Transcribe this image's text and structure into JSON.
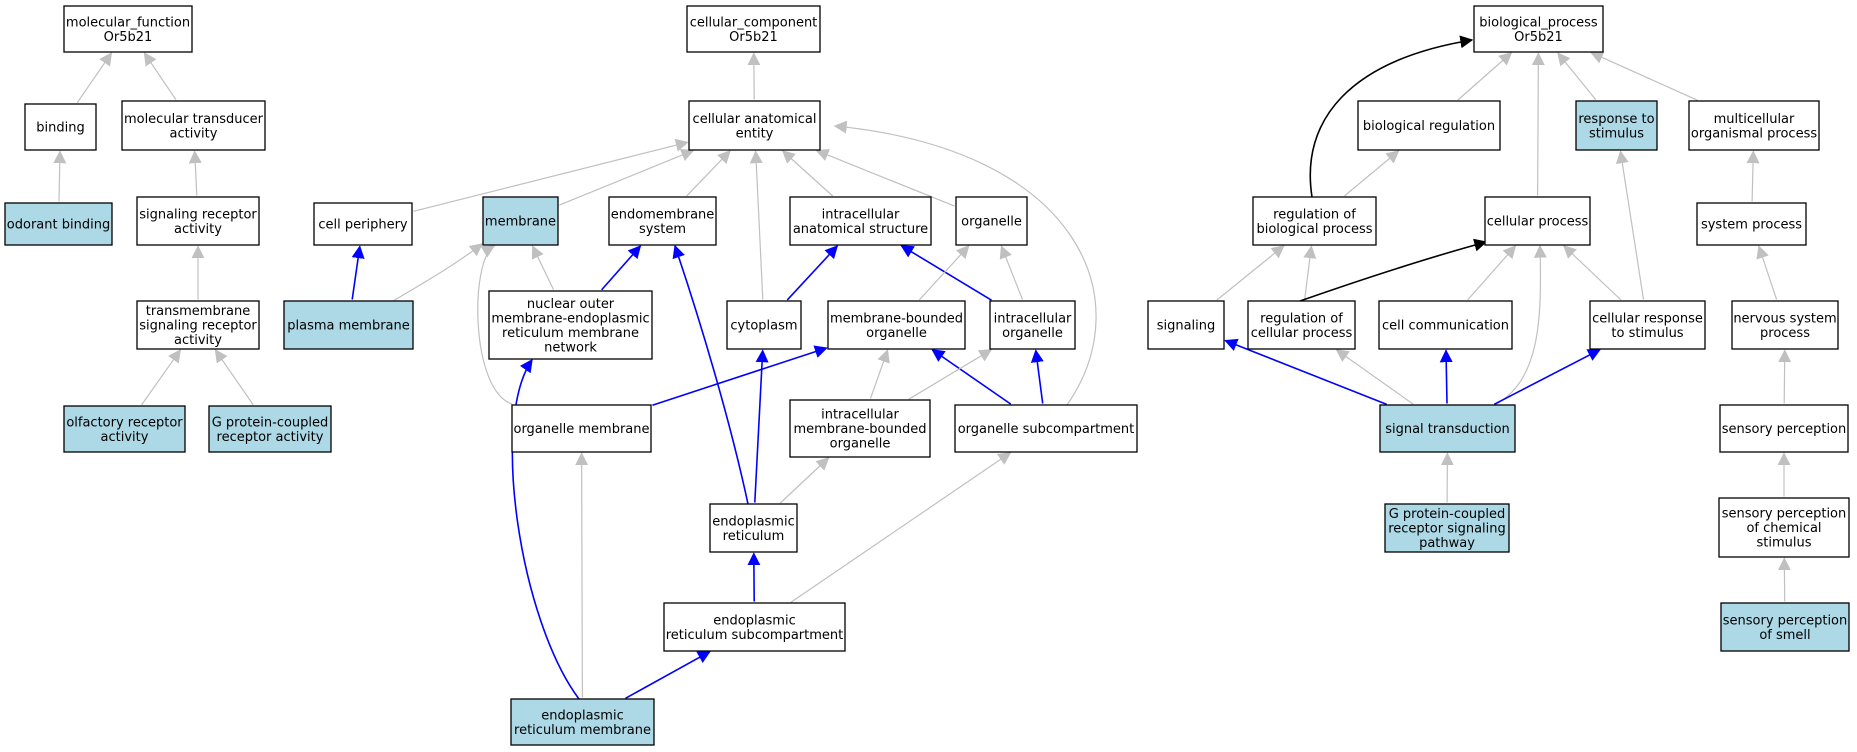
{
  "colors": {
    "node_plain": "#ffffff",
    "node_highlight": "#add8e6",
    "edge_gray": "#c0c0c0",
    "edge_blue": "#0000ff",
    "edge_black": "#000000"
  },
  "nodes": [
    {
      "id": "mf",
      "lines": [
        "molecular_function",
        "Or5b21"
      ],
      "highlight": false
    },
    {
      "id": "binding",
      "lines": [
        "binding"
      ],
      "highlight": false
    },
    {
      "id": "moltrans",
      "lines": [
        "molecular transducer",
        "activity"
      ],
      "highlight": false
    },
    {
      "id": "odorant",
      "lines": [
        "odorant binding"
      ],
      "highlight": true
    },
    {
      "id": "sigrec",
      "lines": [
        "signaling receptor",
        "activity"
      ],
      "highlight": false
    },
    {
      "id": "tmsig",
      "lines": [
        "transmembrane",
        "signaling receptor",
        "activity"
      ],
      "highlight": false
    },
    {
      "id": "olf",
      "lines": [
        "olfactory receptor",
        "activity"
      ],
      "highlight": true
    },
    {
      "id": "gpcr",
      "lines": [
        "G protein-coupled",
        "receptor activity"
      ],
      "highlight": true
    },
    {
      "id": "cc",
      "lines": [
        "cellular_component",
        "Or5b21"
      ],
      "highlight": false
    },
    {
      "id": "cae",
      "lines": [
        "cellular anatomical",
        "entity"
      ],
      "highlight": false
    },
    {
      "id": "cellper",
      "lines": [
        "cell periphery"
      ],
      "highlight": false
    },
    {
      "id": "membrane",
      "lines": [
        "membrane"
      ],
      "highlight": true
    },
    {
      "id": "endomem",
      "lines": [
        "endomembrane",
        "system"
      ],
      "highlight": false
    },
    {
      "id": "ias",
      "lines": [
        "intracellular",
        "anatomical structure"
      ],
      "highlight": false
    },
    {
      "id": "organelle",
      "lines": [
        "organelle"
      ],
      "highlight": false
    },
    {
      "id": "plasmamem",
      "lines": [
        "plasma membrane"
      ],
      "highlight": true
    },
    {
      "id": "nuclear",
      "lines": [
        "nuclear outer",
        "membrane-endoplasmic",
        "reticulum membrane",
        "network"
      ],
      "highlight": false
    },
    {
      "id": "cytoplasm",
      "lines": [
        "cytoplasm"
      ],
      "highlight": false
    },
    {
      "id": "mbo",
      "lines": [
        "membrane-bounded",
        "organelle"
      ],
      "highlight": false
    },
    {
      "id": "intorg",
      "lines": [
        "intracellular",
        "organelle"
      ],
      "highlight": false
    },
    {
      "id": "orgmem",
      "lines": [
        "organelle membrane"
      ],
      "highlight": false
    },
    {
      "id": "imbo",
      "lines": [
        "intracellular",
        "membrane-bounded",
        "organelle"
      ],
      "highlight": false
    },
    {
      "id": "orgsub",
      "lines": [
        "organelle subcompartment"
      ],
      "highlight": false
    },
    {
      "id": "er",
      "lines": [
        "endoplasmic",
        "reticulum"
      ],
      "highlight": false
    },
    {
      "id": "ersub",
      "lines": [
        "endoplasmic",
        "reticulum subcompartment"
      ],
      "highlight": false
    },
    {
      "id": "ermem",
      "lines": [
        "endoplasmic",
        "reticulum membrane"
      ],
      "highlight": true
    },
    {
      "id": "bp",
      "lines": [
        "biological_process",
        "Or5b21"
      ],
      "highlight": false
    },
    {
      "id": "bioreg",
      "lines": [
        "biological regulation"
      ],
      "highlight": false
    },
    {
      "id": "resp",
      "lines": [
        "response to",
        "stimulus"
      ],
      "highlight": true
    },
    {
      "id": "multi",
      "lines": [
        "multicellular",
        "organismal process"
      ],
      "highlight": false
    },
    {
      "id": "regbp",
      "lines": [
        "regulation of",
        "biological process"
      ],
      "highlight": false
    },
    {
      "id": "cellproc",
      "lines": [
        "cellular process"
      ],
      "highlight": false
    },
    {
      "id": "sysproc",
      "lines": [
        "system process"
      ],
      "highlight": false
    },
    {
      "id": "signaling",
      "lines": [
        "signaling"
      ],
      "highlight": false
    },
    {
      "id": "regcp",
      "lines": [
        "regulation of",
        "cellular process"
      ],
      "highlight": false
    },
    {
      "id": "cellcomm",
      "lines": [
        "cell communication"
      ],
      "highlight": false
    },
    {
      "id": "cellresp",
      "lines": [
        "cellular response",
        "to stimulus"
      ],
      "highlight": false
    },
    {
      "id": "nsp",
      "lines": [
        "nervous system",
        "process"
      ],
      "highlight": false
    },
    {
      "id": "sigtrans",
      "lines": [
        "signal transduction"
      ],
      "highlight": true
    },
    {
      "id": "sensperc",
      "lines": [
        "sensory perception"
      ],
      "highlight": false
    },
    {
      "id": "gpcrpath",
      "lines": [
        "G protein-coupled",
        "receptor signaling",
        "pathway"
      ],
      "highlight": true
    },
    {
      "id": "spchem",
      "lines": [
        "sensory perception",
        "of chemical",
        "stimulus"
      ],
      "highlight": false
    },
    {
      "id": "spsmell",
      "lines": [
        "sensory perception",
        "of smell"
      ],
      "highlight": true
    }
  ],
  "edges": [
    {
      "from": "binding",
      "to": "mf",
      "color": "gray"
    },
    {
      "from": "moltrans",
      "to": "mf",
      "color": "gray"
    },
    {
      "from": "odorant",
      "to": "binding",
      "color": "gray"
    },
    {
      "from": "sigrec",
      "to": "moltrans",
      "color": "gray"
    },
    {
      "from": "tmsig",
      "to": "sigrec",
      "color": "gray"
    },
    {
      "from": "olf",
      "to": "tmsig",
      "color": "gray"
    },
    {
      "from": "gpcr",
      "to": "tmsig",
      "color": "gray"
    },
    {
      "from": "cae",
      "to": "cc",
      "color": "gray"
    },
    {
      "from": "cellper",
      "to": "cae",
      "color": "gray"
    },
    {
      "from": "membrane",
      "to": "cae",
      "color": "gray"
    },
    {
      "from": "endomem",
      "to": "cae",
      "color": "gray"
    },
    {
      "from": "ias",
      "to": "cae",
      "color": "gray"
    },
    {
      "from": "organelle",
      "to": "cae",
      "color": "gray"
    },
    {
      "from": "cytoplasm",
      "to": "cae",
      "color": "gray"
    },
    {
      "from": "orgsub",
      "to": "cae",
      "color": "gray"
    },
    {
      "from": "plasmamem",
      "to": "cellper",
      "color": "blue"
    },
    {
      "from": "plasmamem",
      "to": "membrane",
      "color": "gray"
    },
    {
      "from": "nuclear",
      "to": "membrane",
      "color": "gray"
    },
    {
      "from": "nuclear",
      "to": "endomem",
      "color": "blue"
    },
    {
      "from": "orgmem",
      "to": "membrane",
      "color": "gray"
    },
    {
      "from": "cytoplasm",
      "to": "ias",
      "color": "blue"
    },
    {
      "from": "intorg",
      "to": "ias",
      "color": "blue"
    },
    {
      "from": "mbo",
      "to": "organelle",
      "color": "gray"
    },
    {
      "from": "intorg",
      "to": "organelle",
      "color": "gray"
    },
    {
      "from": "orgmem",
      "to": "mbo",
      "color": "blue"
    },
    {
      "from": "imbo",
      "to": "mbo",
      "color": "gray"
    },
    {
      "from": "orgsub",
      "to": "mbo",
      "color": "blue"
    },
    {
      "from": "imbo",
      "to": "intorg",
      "color": "gray"
    },
    {
      "from": "orgsub",
      "to": "intorg",
      "color": "blue"
    },
    {
      "from": "er",
      "to": "endomem",
      "color": "blue"
    },
    {
      "from": "er",
      "to": "cytoplasm",
      "color": "blue"
    },
    {
      "from": "er",
      "to": "imbo",
      "color": "gray"
    },
    {
      "from": "ersub",
      "to": "er",
      "color": "blue"
    },
    {
      "from": "ersub",
      "to": "orgsub",
      "color": "gray"
    },
    {
      "from": "ermem",
      "to": "nuclear",
      "color": "blue"
    },
    {
      "from": "ermem",
      "to": "orgmem",
      "color": "gray"
    },
    {
      "from": "ermem",
      "to": "ersub",
      "color": "blue"
    },
    {
      "from": "bioreg",
      "to": "bp",
      "color": "gray"
    },
    {
      "from": "resp",
      "to": "bp",
      "color": "gray"
    },
    {
      "from": "multi",
      "to": "bp",
      "color": "gray"
    },
    {
      "from": "cellproc",
      "to": "bp",
      "color": "gray"
    },
    {
      "from": "regbp",
      "to": "bp",
      "color": "black"
    },
    {
      "from": "regbp",
      "to": "bioreg",
      "color": "gray"
    },
    {
      "from": "sysproc",
      "to": "multi",
      "color": "gray"
    },
    {
      "from": "signaling",
      "to": "regbp",
      "color": "gray"
    },
    {
      "from": "regcp",
      "to": "regbp",
      "color": "gray"
    },
    {
      "from": "regcp",
      "to": "cellproc",
      "color": "black"
    },
    {
      "from": "cellcomm",
      "to": "cellproc",
      "color": "gray"
    },
    {
      "from": "cellresp",
      "to": "cellproc",
      "color": "gray"
    },
    {
      "from": "cellresp",
      "to": "resp",
      "color": "gray"
    },
    {
      "from": "nsp",
      "to": "sysproc",
      "color": "gray"
    },
    {
      "from": "sigtrans",
      "to": "signaling",
      "color": "blue"
    },
    {
      "from": "sigtrans",
      "to": "regcp",
      "color": "gray"
    },
    {
      "from": "sigtrans",
      "to": "cellcomm",
      "color": "blue"
    },
    {
      "from": "sigtrans",
      "to": "cellproc",
      "color": "gray"
    },
    {
      "from": "sigtrans",
      "to": "cellresp",
      "color": "blue"
    },
    {
      "from": "sensperc",
      "to": "nsp",
      "color": "gray"
    },
    {
      "from": "gpcrpath",
      "to": "sigtrans",
      "color": "gray"
    },
    {
      "from": "spchem",
      "to": "sensperc",
      "color": "gray"
    },
    {
      "from": "spsmell",
      "to": "spchem",
      "color": "gray"
    }
  ]
}
